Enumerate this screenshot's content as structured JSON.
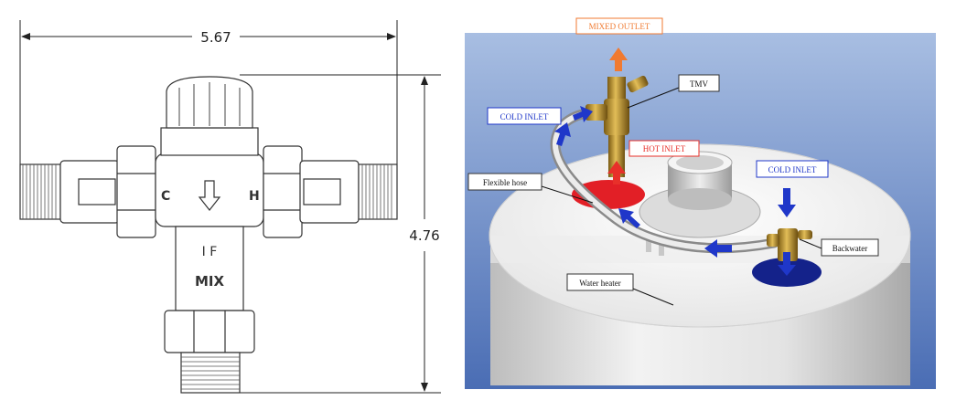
{
  "drawing": {
    "width_dimension": "5.67",
    "height_dimension": "4.76",
    "cold_marking": "C",
    "hot_marking": "H",
    "body_marking_if": "I F",
    "body_marking_mix": "MIX"
  },
  "installation": {
    "labels": {
      "mixed_outlet": "MIXED OUTLET",
      "tmv": "TMV",
      "cold_inlet_left": "COLD INLET",
      "hot_inlet": "HOT INLET",
      "cold_inlet_right": "COLD INLET",
      "flexible_hose": "Flexible hose",
      "backwater": "Backwater",
      "water_heater": "Water heater"
    },
    "colors": {
      "background_top": "#9fb6dc",
      "background_bottom": "#4f72b8",
      "flow_arrow_blue": "#1f37c9",
      "flow_arrow_red": "#e8302a",
      "flow_arrow_orange": "#f07a30",
      "hot_port": "#e21f26",
      "cold_port": "#14228a",
      "brass": "#b98e2c"
    }
  }
}
